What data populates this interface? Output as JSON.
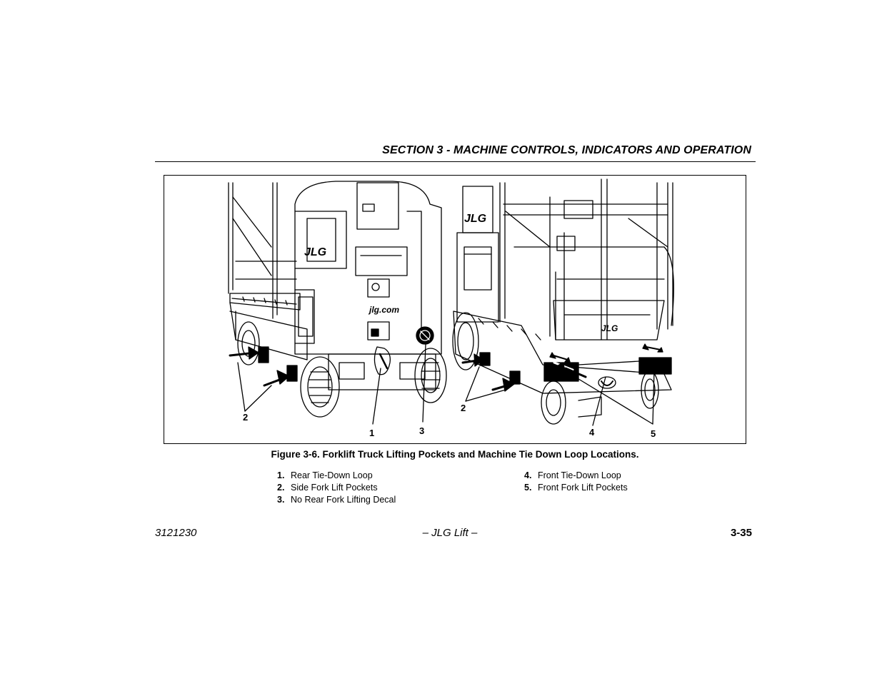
{
  "header": {
    "section_title": "SECTION 3 - MACHINE CONTROLS, INDICATORS AND OPERATION"
  },
  "figure": {
    "callouts": {
      "left_side_pockets": "2",
      "rear_tie_down": "1",
      "no_rear_decal": "3",
      "right_side_pockets": "2",
      "front_tie_down": "4",
      "front_pockets": "5"
    },
    "decal_text": {
      "brand": "JLG",
      "url": "jlg.com"
    },
    "caption": "Figure 3-6. Forklift Truck Lifting Pockets and Machine Tie Down Loop Locations."
  },
  "legend": {
    "col1": [
      {
        "num": "1.",
        "label": "Rear Tie-Down Loop"
      },
      {
        "num": "2.",
        "label": "Side Fork Lift Pockets"
      },
      {
        "num": "3.",
        "label": "No Rear Fork Lifting Decal"
      }
    ],
    "col2": [
      {
        "num": "4.",
        "label": "Front Tie-Down Loop"
      },
      {
        "num": "5.",
        "label": "Front Fork Lift Pockets"
      }
    ]
  },
  "footer": {
    "doc_number": "3121230",
    "center": "– JLG Lift –",
    "page": "3-35"
  }
}
